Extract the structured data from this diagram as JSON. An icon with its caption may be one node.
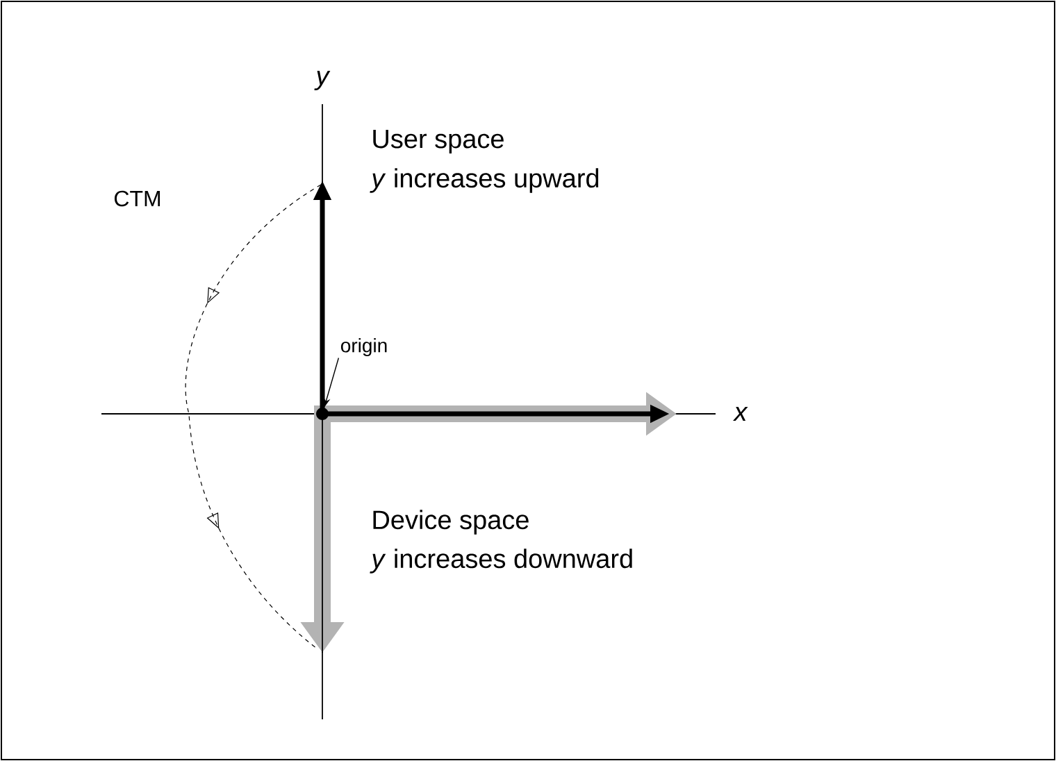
{
  "diagram": {
    "nodes": [
      {
        "text": [
          "origin"
        ]
      },
      {
        "text": [],
        "shape": "circle"
      }
    ],
    "edges": [
      {
        "from": 0,
        "to": 1,
        "arrow": "to"
      }
    ],
    "labels": [
      "y",
      "User space",
      "*y* increases upward",
      "CTM",
      "x",
      "Device space",
      "*y* increases downward"
    ]
  }
}
